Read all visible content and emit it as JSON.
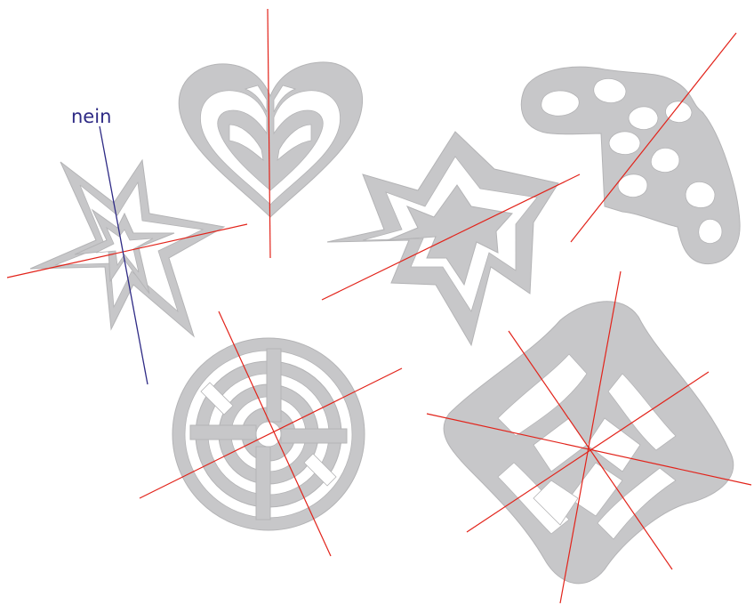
{
  "label_no": "nein",
  "colors": {
    "paper": "#c7c7c9",
    "symmetry_axis": "#e2231a",
    "non_axis": "#2e2a85",
    "background": "#ffffff"
  },
  "figures": [
    {
      "name": "heart"
    },
    {
      "name": "star"
    },
    {
      "name": "arrow-leaf"
    },
    {
      "name": "bone-shape"
    },
    {
      "name": "circle-spiral"
    },
    {
      "name": "square-ornament"
    }
  ]
}
